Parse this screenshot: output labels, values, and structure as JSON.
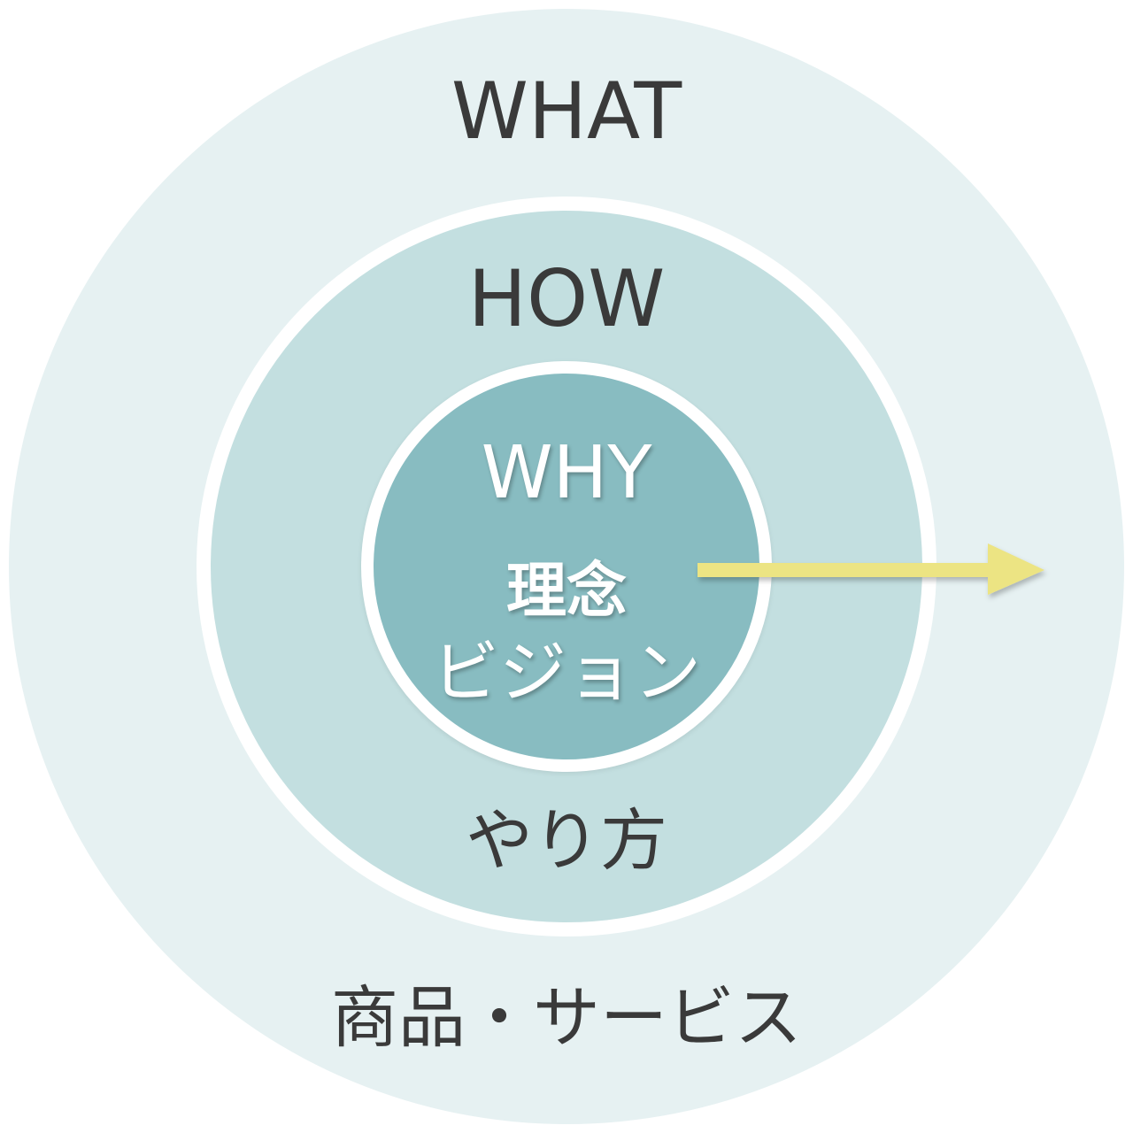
{
  "colors": {
    "outer": "#e6f1f2",
    "middle": "#c3dfe0",
    "inner": "#88bcc1",
    "arrow": "#ece483"
  },
  "outer": {
    "title": "WHAT",
    "subtitle": "商品・サービス"
  },
  "middle": {
    "title": "HOW",
    "subtitle": "やり方"
  },
  "inner": {
    "title": "WHY",
    "subtitle_line1": "理念",
    "subtitle_line2": "ビジョン"
  }
}
